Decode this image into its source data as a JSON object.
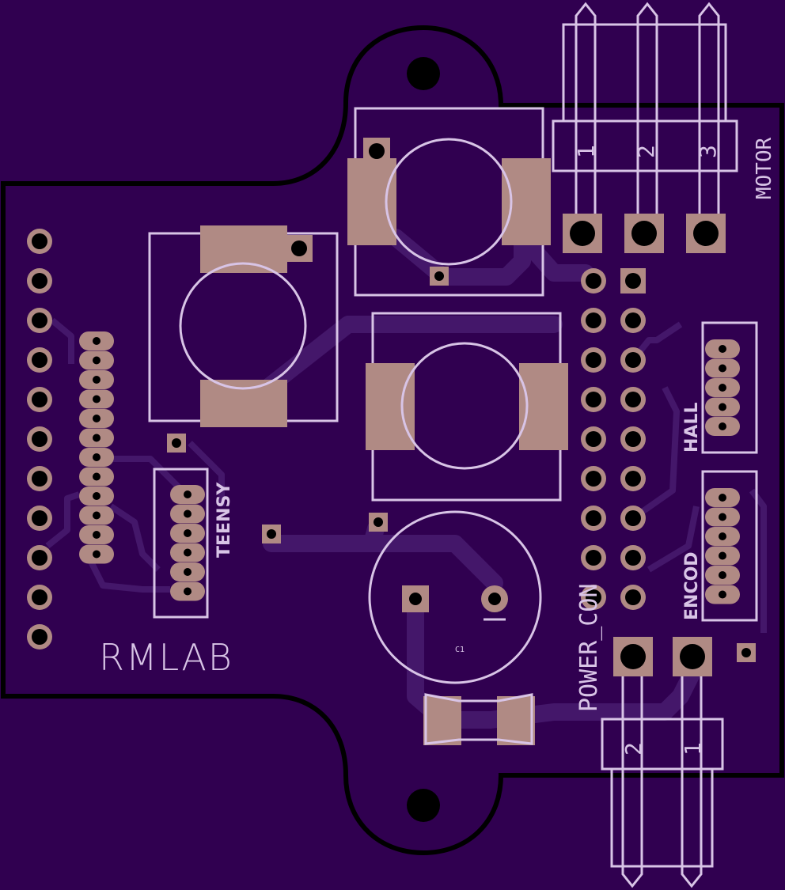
{
  "labels": {
    "board_name": "RMLAB",
    "teensy": "TEENSY",
    "hall": "HALL",
    "encod": "ENCOD",
    "motor": "MOTOR",
    "power": "POWER_CON",
    "c1": "C1"
  },
  "motor_pins": [
    "1",
    "2",
    "3"
  ],
  "power_pins": [
    "2",
    "1"
  ],
  "colors": {
    "substrate": "#300050",
    "copper_trace": "#44176a",
    "pad": "#b08a84",
    "silkscreen": "#d8c4e6",
    "outline": "#000000"
  }
}
